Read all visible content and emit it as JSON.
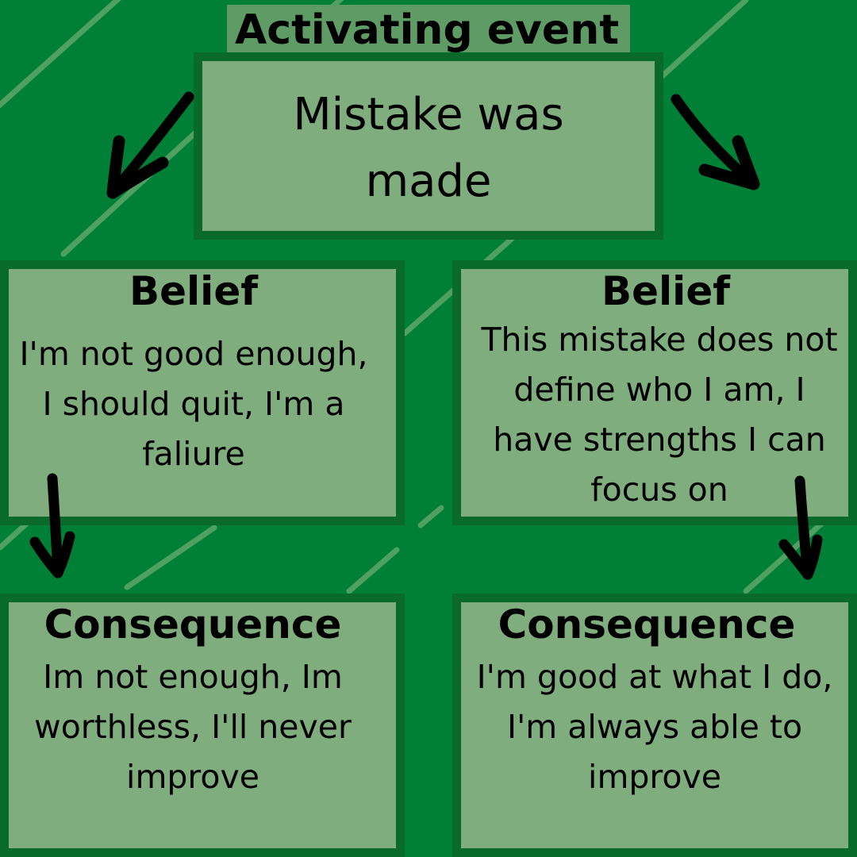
{
  "activating_event": {
    "label": "Activating event",
    "text_line1": "Mistake was",
    "text_line2": "made"
  },
  "left": {
    "belief_heading": "Belief",
    "belief_lines": [
      "I'm not good enough,",
      "I should quit, I'm a",
      "faliure"
    ],
    "consequence_heading": "Consequence",
    "consequence_lines": [
      "Im not enough, Im",
      "worthless, I'll never",
      "improve"
    ]
  },
  "right": {
    "belief_heading": "Belief",
    "belief_lines": [
      "This mistake does not",
      "define who I am, I",
      "have strengths I can",
      "focus on"
    ],
    "consequence_heading": "Consequence",
    "consequence_lines": [
      "I'm good at what I do,",
      "I'm always able to",
      "improve"
    ]
  },
  "colors": {
    "background": "#007f37",
    "box_fill": "#80ad7d",
    "box_border": "#0a6a29",
    "label_fill": "#5f9c65",
    "arrow": "#000000"
  },
  "icons": [
    "arrow-down-left-icon",
    "arrow-down-right-icon",
    "arrow-down-icon"
  ]
}
